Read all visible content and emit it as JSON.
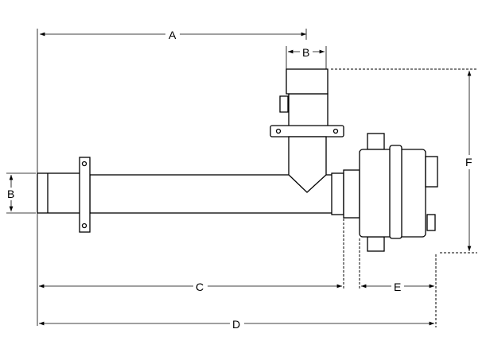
{
  "labels": {
    "a": "A",
    "b_top": "B",
    "b_left": "B",
    "c": "C",
    "d": "D",
    "e": "E",
    "f": "F"
  }
}
